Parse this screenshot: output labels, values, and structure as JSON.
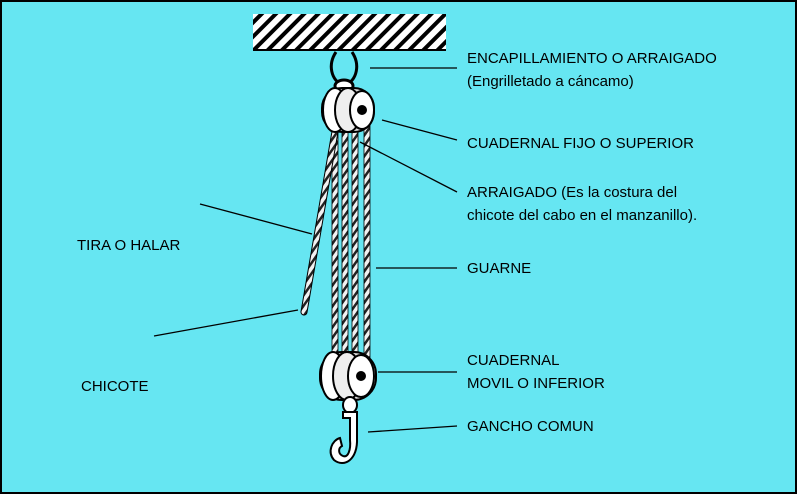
{
  "diagram": {
    "background_color": "#66e6f2",
    "labels": {
      "encapillamiento": "ENCAPILLAMIENTO O ARRAIGADO",
      "encapillamiento_sub": "(Engrilletado a cáncamo)",
      "cuadernal_fijo": "CUADERNAL FIJO O SUPERIOR",
      "arraigado_1": "ARRAIGADO (Es la costura del",
      "arraigado_2": "chicote del cabo en el manzanillo).",
      "tira": "TIRA O HALAR",
      "guarne": "GUARNE",
      "chicote": "CHICOTE",
      "cuadernal_movil_1": "CUADERNAL",
      "cuadernal_movil_2": "MOVIL O INFERIOR",
      "gancho": "GANCHO COMUN"
    }
  }
}
